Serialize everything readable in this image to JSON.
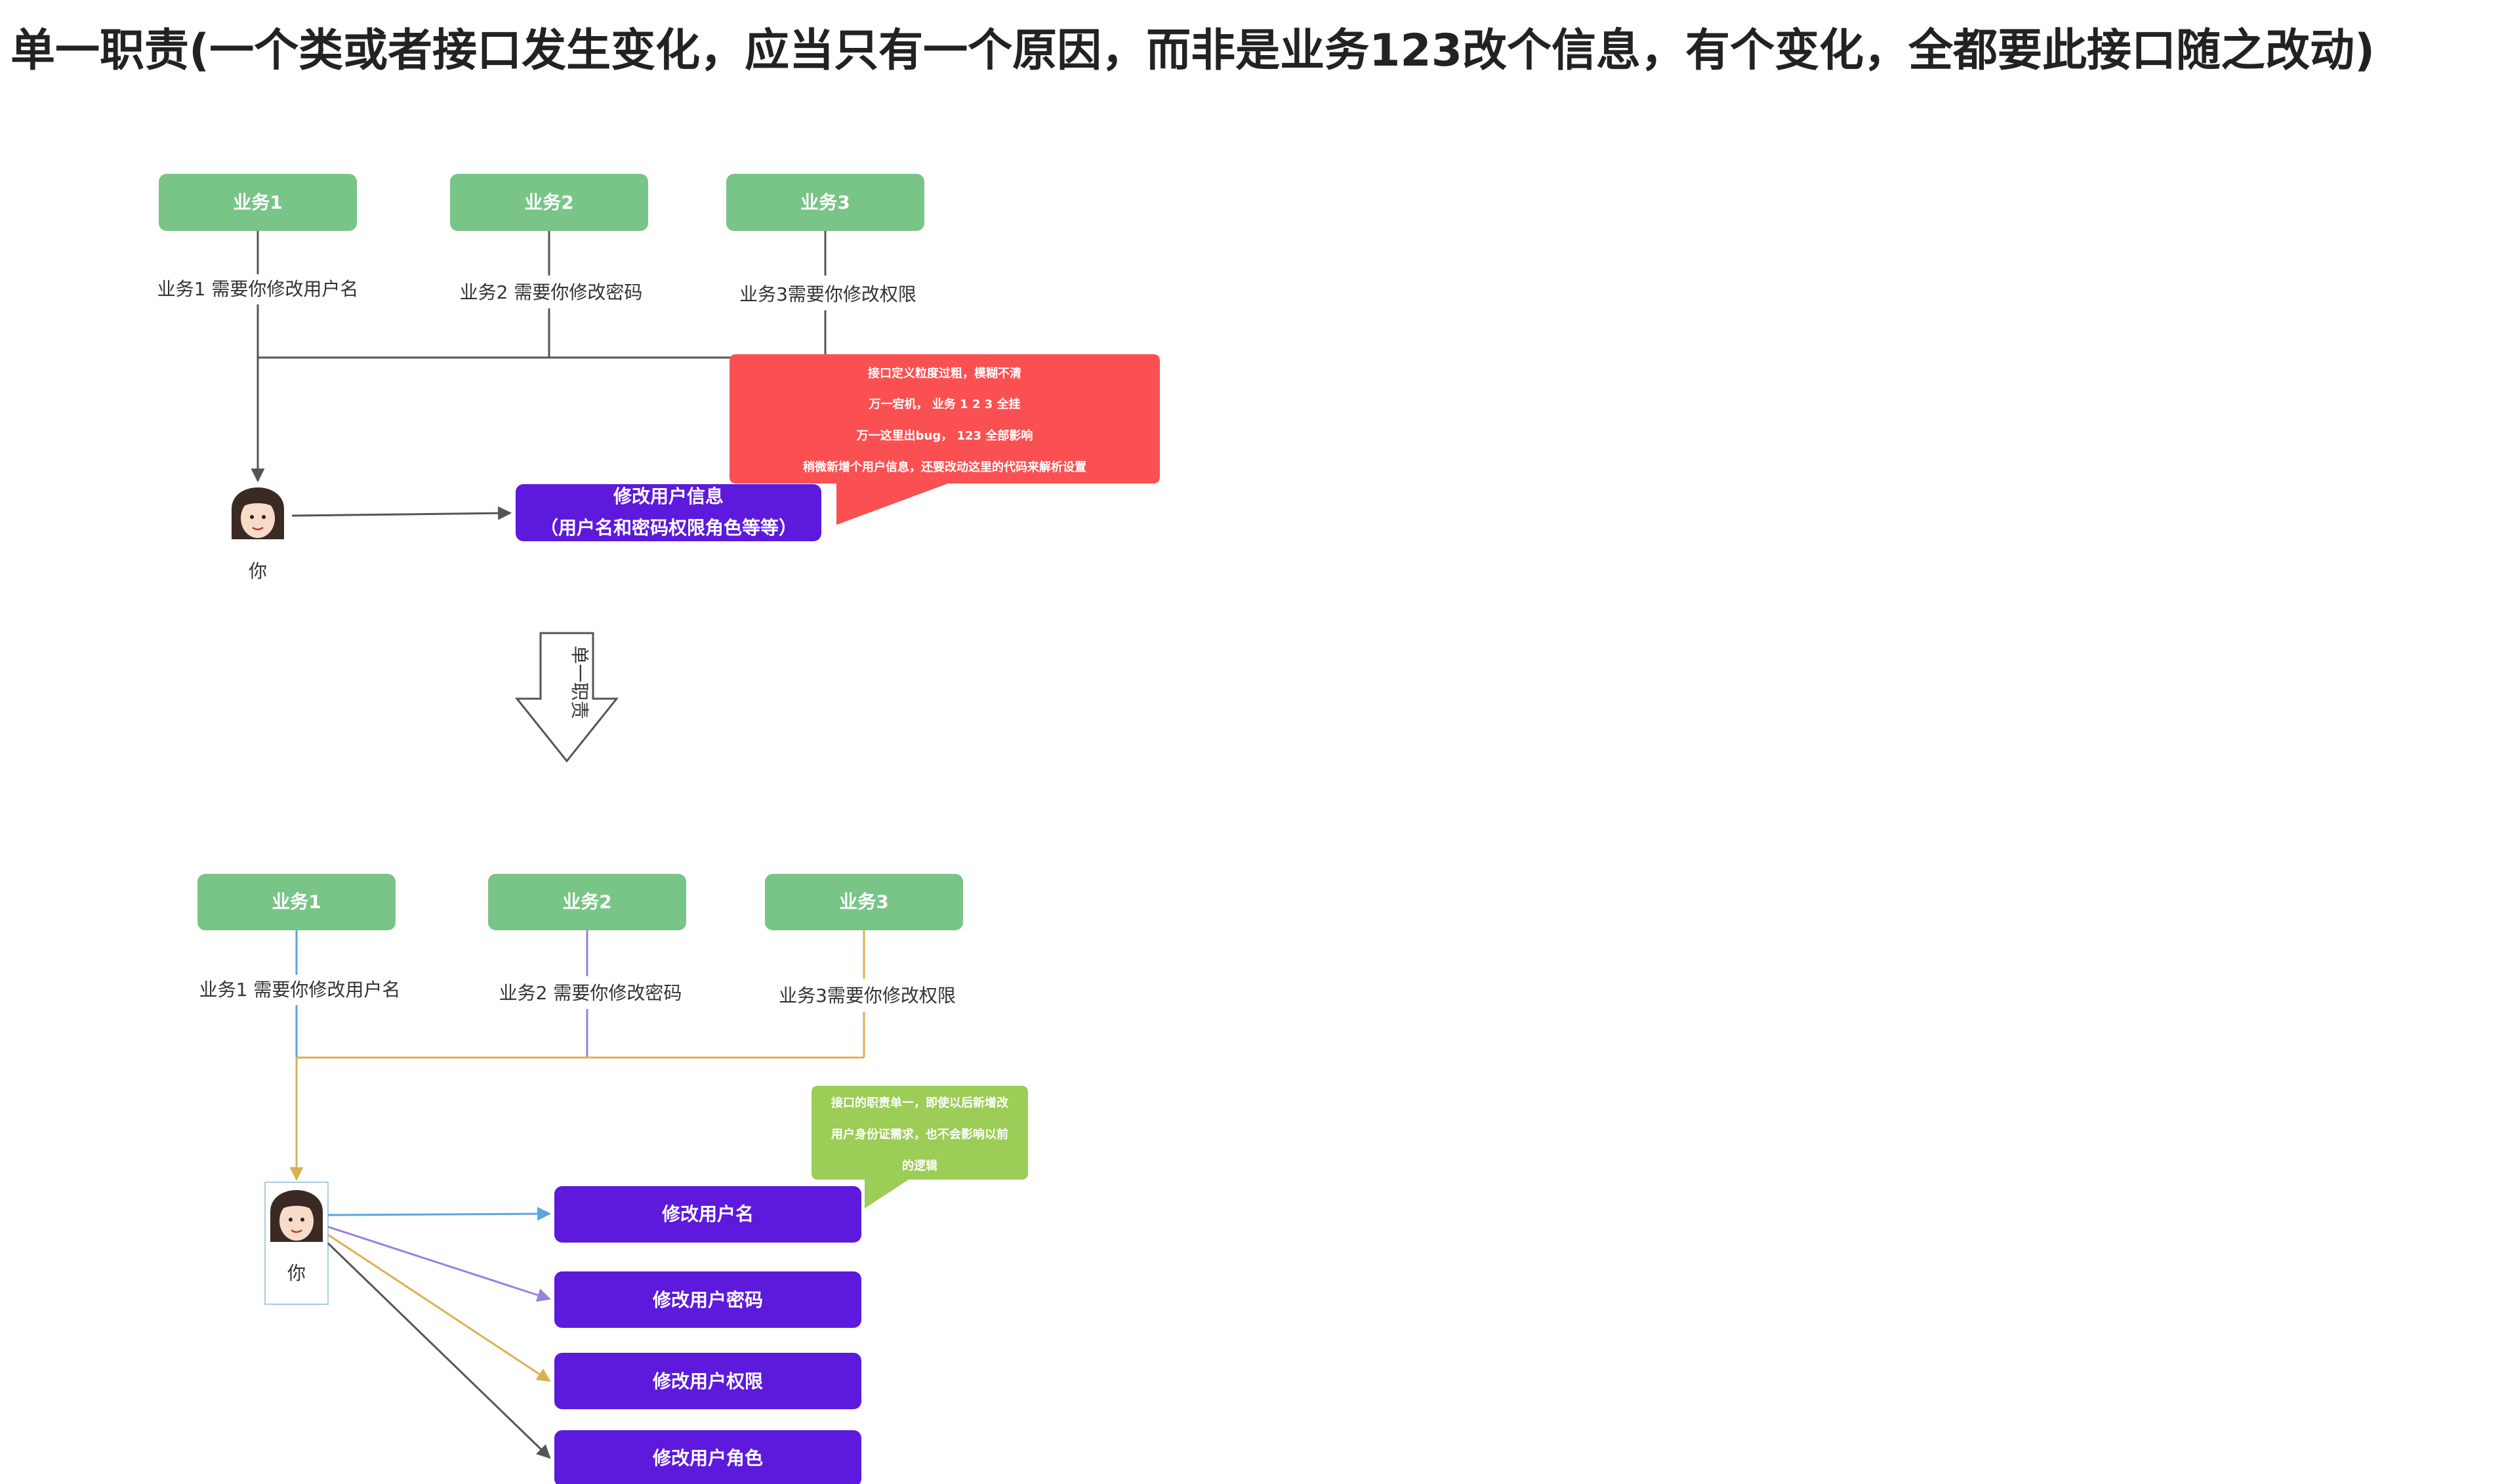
{
  "title": "单一职责(一个类或者接口发生变化，应当只有一个原因，而非是业务123改个信息，有个变化，全都要此接口随之改动)",
  "colors": {
    "green_box": "#79c487",
    "purple_box": "#5d19dc",
    "red_callout": "#fb5052",
    "green_callout": "#9ccd57",
    "line_dark": "#555555",
    "line_blue": "#5ba6db",
    "line_purple": "#9a81d6",
    "line_gold": "#dbb155"
  },
  "top": {
    "businesses": [
      "业务1",
      "业务2",
      "业务3"
    ],
    "requests": [
      "业务1 需要你修改用户名",
      "业务2 需要你修改密码",
      "业务3需要你修改权限"
    ],
    "you_label": "你",
    "interface_lines": [
      "修改用户信息",
      "（用户名和密码权限角色等等）"
    ],
    "callout_lines": [
      "接口定义粒度过粗，模糊不清",
      "万一宕机，  业务 1  2  3  全挂",
      "万一这里出bug，  123 全部影响",
      "稍微新增个用户信息，还要改动这里的代码来解析设置"
    ]
  },
  "arrow_label": "单一职责",
  "bottom": {
    "businesses": [
      "业务1",
      "业务2",
      "业务3"
    ],
    "requests": [
      "业务1 需要你修改用户名",
      "业务2 需要你修改密码",
      "业务3需要你修改权限"
    ],
    "you_label": "你",
    "interfaces": [
      "修改用户名",
      "修改用户密码",
      "修改用户权限",
      "修改用户角色"
    ],
    "callout_lines": [
      "接口的职责单一，即使以后新增改",
      "用户身份证需求，也不会影响以前",
      "的逻辑"
    ]
  }
}
